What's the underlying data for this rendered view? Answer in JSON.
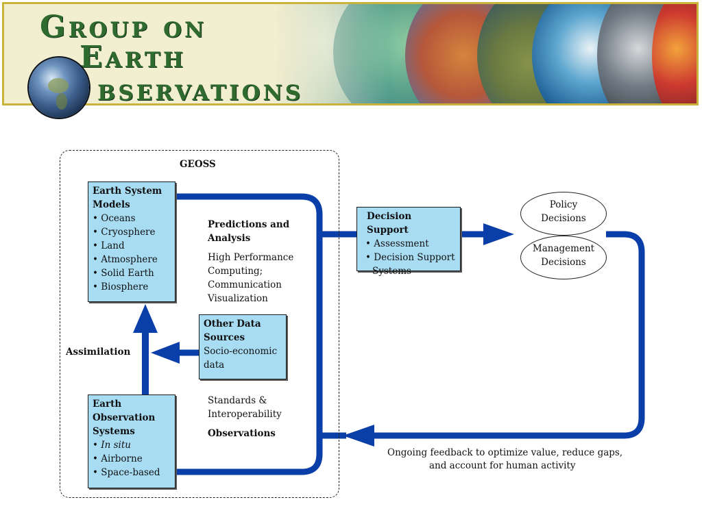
{
  "banner": {
    "title_line1": "Group on",
    "title_line2": "Earth",
    "title_line3": "bservations"
  },
  "diagram": {
    "container_label": "GEOSS",
    "earth_system_models": {
      "title_line1": "Earth System",
      "title_line2": "Models",
      "items": [
        "Oceans",
        "Cryosphere",
        "Land",
        "Atmosphere",
        "Solid Earth",
        "Biosphere"
      ]
    },
    "predictions": {
      "title_line1": "Predictions and",
      "title_line2": "Analysis",
      "body": [
        "High Performance",
        "Computing;",
        "Communication",
        "Visualization"
      ]
    },
    "other_data": {
      "title_line1": "Other Data",
      "title_line2": "Sources",
      "body_line1": "Socio-economic",
      "body_line2": "data"
    },
    "assimilation_label": "Assimilation",
    "earth_observation": {
      "title_line1": "Earth",
      "title_line2": "Observation",
      "title_line3": "Systems",
      "items": [
        "In situ",
        "Airborne",
        "Space-based"
      ]
    },
    "standards_line1": "Standards &",
    "standards_line2": "Interoperability",
    "observations_label": "Observations",
    "decision_support": {
      "title": "Decision Support",
      "item1": "Assessment",
      "item2_line1": "Decision Support",
      "item2_line2": "Systems"
    },
    "policy_line1": "Policy",
    "policy_line2": "Decisions",
    "management_line1": "Management",
    "management_line2": "Decisions",
    "feedback_line1": "Ongoing feedback to optimize value, reduce gaps,",
    "feedback_line2": "and account for human activity",
    "colors": {
      "arrow": "#0a3ea8",
      "box_fill": "#a8dcf3",
      "banner_border": "#c9b33a",
      "title_green": "#2f6b2f"
    }
  }
}
